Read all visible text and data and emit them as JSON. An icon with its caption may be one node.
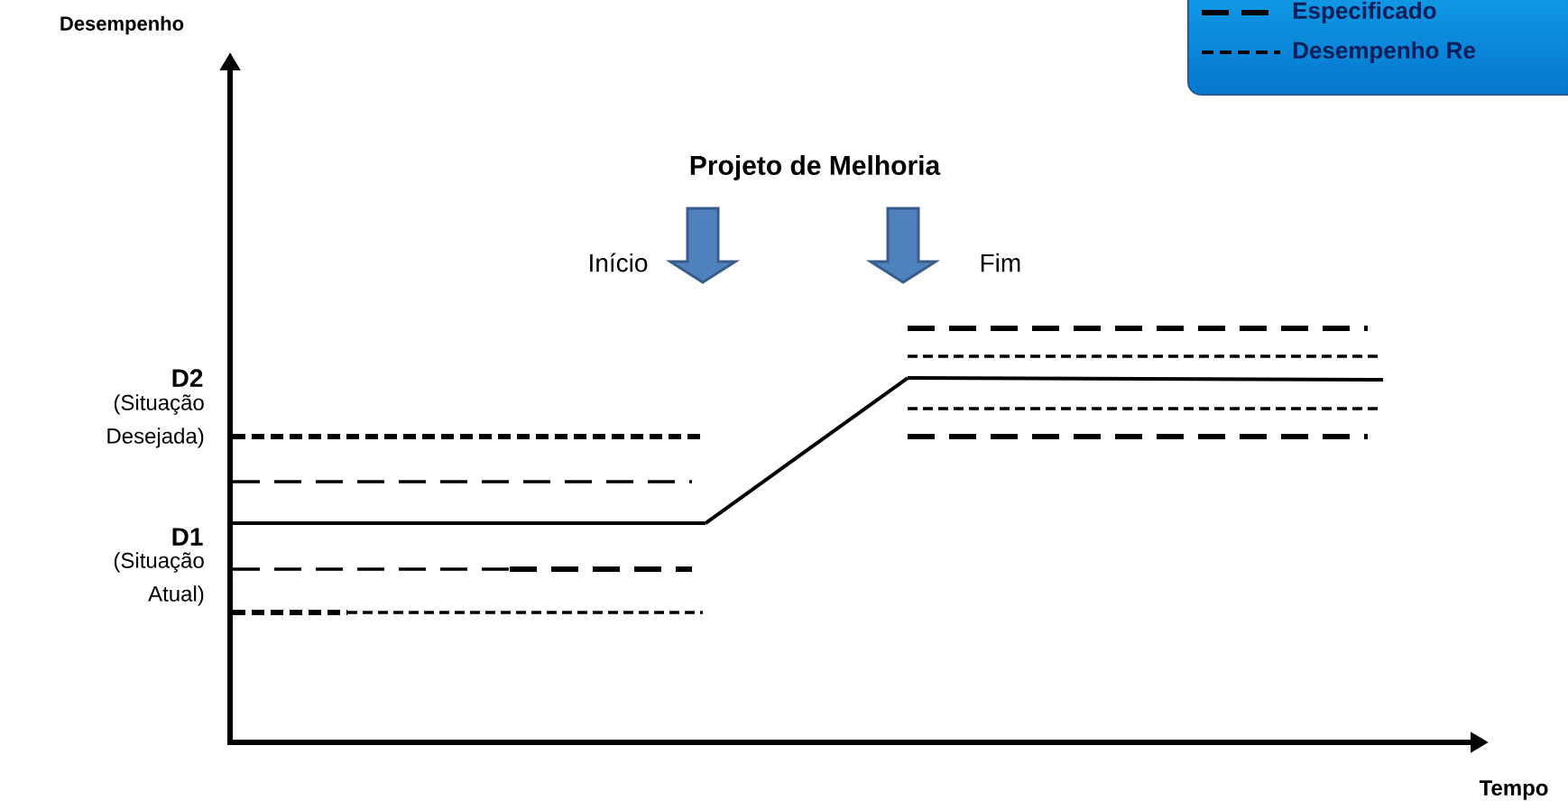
{
  "diagram": {
    "labels": [
      "Desempenho",
      "Projeto de Melhoria",
      "Início",
      "Fim",
      "D2",
      "(Situação Desejada)",
      "D1",
      "(Situação Atual)",
      "Tempo"
    ],
    "legend": [
      {
        "text": "Especificado"
      },
      {
        "text": "Desempenho Re"
      }
    ]
  }
}
